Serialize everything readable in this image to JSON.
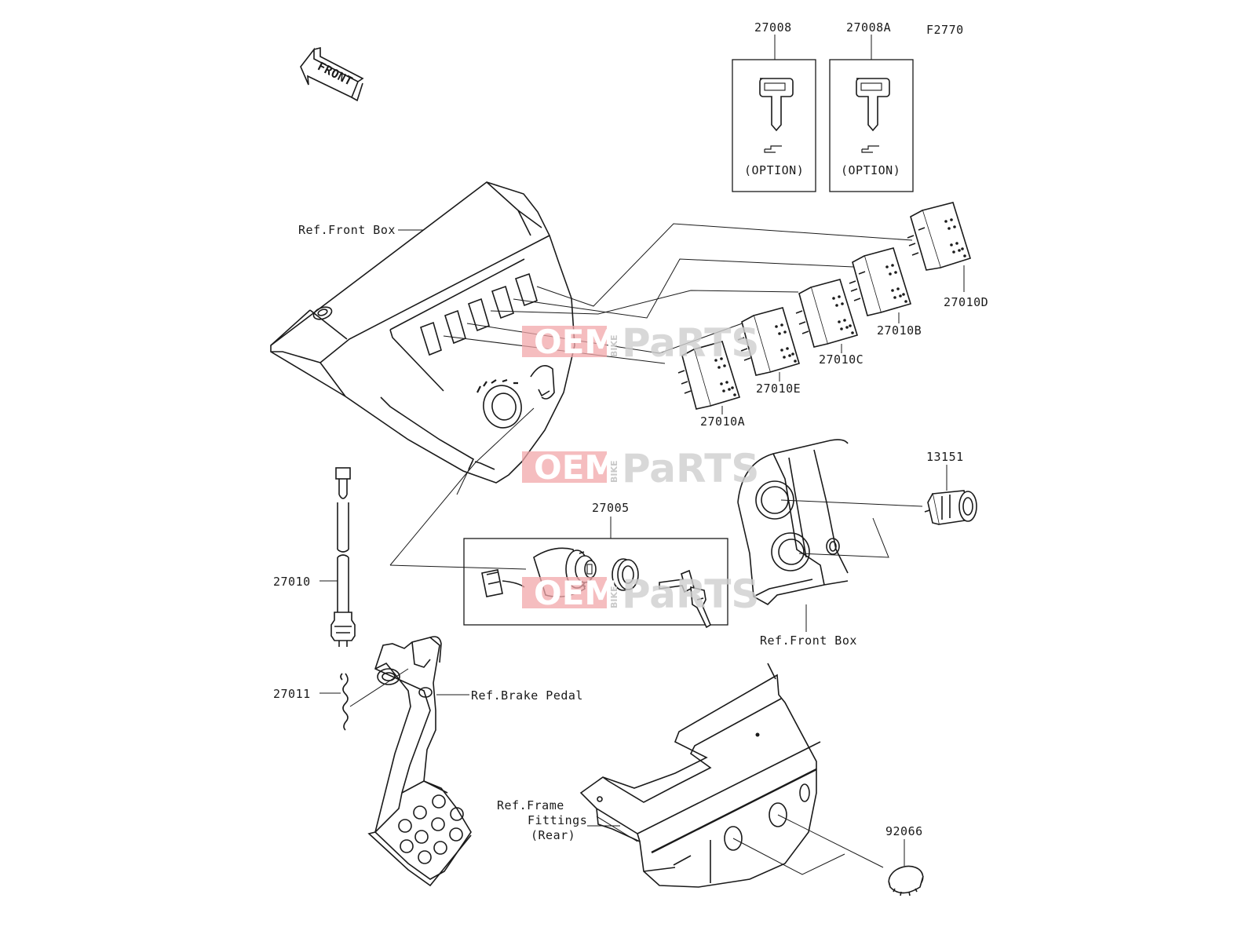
{
  "figure_id": "F2770",
  "front_arrow": "FRONT",
  "option_label": "(OPTION)",
  "parts": {
    "p27008": "27008",
    "p27008A": "27008A",
    "p27010D": "27010D",
    "p27010B": "27010B",
    "p27010C": "27010C",
    "p27010E": "27010E",
    "p27010A": "27010A",
    "p13151": "13151",
    "p27005": "27005",
    "p27010": "27010",
    "p27011": "27011",
    "p92066": "92066"
  },
  "references": {
    "front_box_top": "Ref.Front Box",
    "front_box_right": "Ref.Front Box",
    "brake_pedal": "Ref.Brake Pedal",
    "frame_line1": "Ref.Frame",
    "frame_line2": "Fittings",
    "frame_line3": "(Rear)"
  },
  "watermark": {
    "oem": "OEM",
    "bike": "BIKE",
    "parts": "PaRTS"
  }
}
